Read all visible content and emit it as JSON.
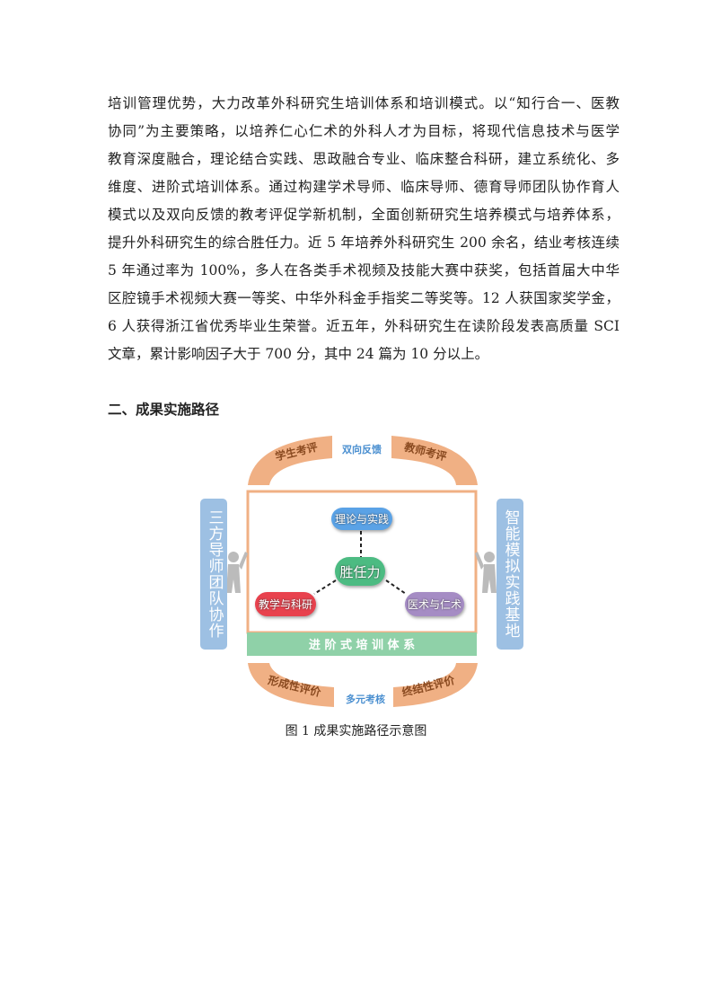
{
  "paragraph": {
    "lines": [
      "培训管理优势，大力改革外科研究生培训体系和培训模式。以“知行合一、医教",
      "协同”为主要策略，以培养仁心仁术的外科人才为目标，将现代信息技术与医学",
      "教育深度融合，理论结合实践、思政融合专业、临床整合科研，建立系统化、多",
      "维度、进阶式培训体系。通过构建学术导师、临床导师、德育导师团队协作育人",
      "模式以及双向反馈的教考评促学新机制，全面创新研究生培养模式与培养体系，",
      "提升外科研究生的综合胜任力。近 5 年培养外科研究生 200 余名，结业考核连续",
      "5 年通过率为 100%，多人在各类手术视频及技能大赛中获奖，包括首届大中华",
      "区腔镜手术视频大赛一等奖、中华外科金手指奖二等奖等。12 人获国家奖学金，",
      "6 人获得浙江省优秀毕业生荣誉。近五年，外科研究生在读阶段发表高质量 SCI",
      "文章，累计影响因子大于 700 分，其中 24 篇为 10 分以上。"
    ]
  },
  "section_heading": "二、成果实施路径",
  "figure": {
    "top_left": "学生考评",
    "top_center": "双向反馈",
    "top_right": "教师考评",
    "bottom_left": "形成性评价",
    "bottom_center": "多元考核",
    "bottom_right": "终结性评价",
    "left_bar": "三方导师团队协作",
    "right_bar": "智能模拟实践基地",
    "base_bar": "进 阶 式 培 训 体 系",
    "center_node": "胜任力",
    "node_top": "理论与实践",
    "node_left": "教学与科研",
    "node_right": "医术与仁术",
    "colors": {
      "orange": "#f0b084",
      "blue_bar": "#9dc0e3",
      "green_bar": "#8fd1a8",
      "center": "#4cbb82",
      "top": "#5aa2e6",
      "left": "#e8424e",
      "right": "#a58cc4",
      "label_blue": "#4a8fd0",
      "label_brown": "#8a4a20"
    }
  },
  "caption": "图 1  成果实施路径示意图"
}
